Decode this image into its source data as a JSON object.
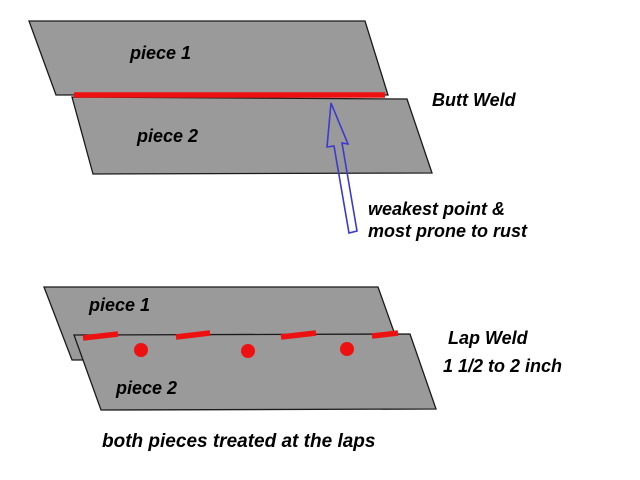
{
  "colors": {
    "background": "#ffffff",
    "piece_fill": "#9a9a9a",
    "piece_stroke": "#1a1a1a",
    "weld_red": "#ee1111",
    "arrow_blue": "#3a3ad0",
    "text": "#000000"
  },
  "butt_weld": {
    "piece1_label": "piece 1",
    "piece2_label": "piece 2",
    "weld_label": "Butt Weld",
    "annotation_line1": "weakest point &",
    "annotation_line2": "most prone to rust"
  },
  "lap_weld": {
    "piece1_label": "piece 1",
    "piece2_label": "piece 2",
    "weld_label": "Lap Weld",
    "weld_size": "1 1/2 to 2 inch",
    "caption": "both pieces treated at the laps"
  }
}
